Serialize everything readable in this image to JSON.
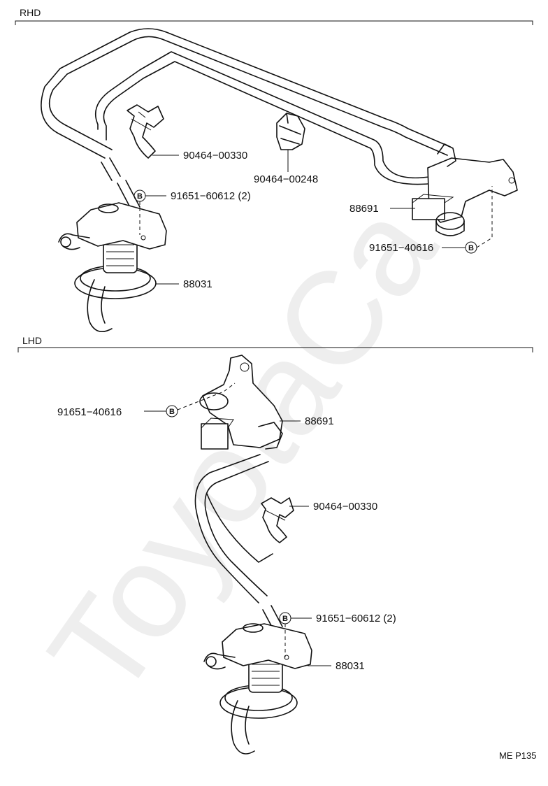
{
  "watermark": "ToyotaCa",
  "figure_ref": "ME P135",
  "sections": [
    {
      "id": "rhd",
      "title": "RHD",
      "labels": [
        {
          "text": "90464−00330",
          "kind": "clamp"
        },
        {
          "text": "90464−00248",
          "kind": "clamp"
        },
        {
          "text": "91651−60612 (2)",
          "kind": "bolt",
          "marker": "B"
        },
        {
          "text": "88691",
          "kind": "vsv"
        },
        {
          "text": "91651−40616",
          "kind": "bolt",
          "marker": "B"
        },
        {
          "text": "88031",
          "kind": "actuator"
        }
      ]
    },
    {
      "id": "lhd",
      "title": "LHD",
      "labels": [
        {
          "text": "91651−40616",
          "kind": "bolt",
          "marker": "B"
        },
        {
          "text": "88691",
          "kind": "vsv"
        },
        {
          "text": "90464−00330",
          "kind": "clamp"
        },
        {
          "text": "91651−60612 (2)",
          "kind": "bolt",
          "marker": "B"
        },
        {
          "text": "88031",
          "kind": "actuator"
        }
      ]
    }
  ]
}
